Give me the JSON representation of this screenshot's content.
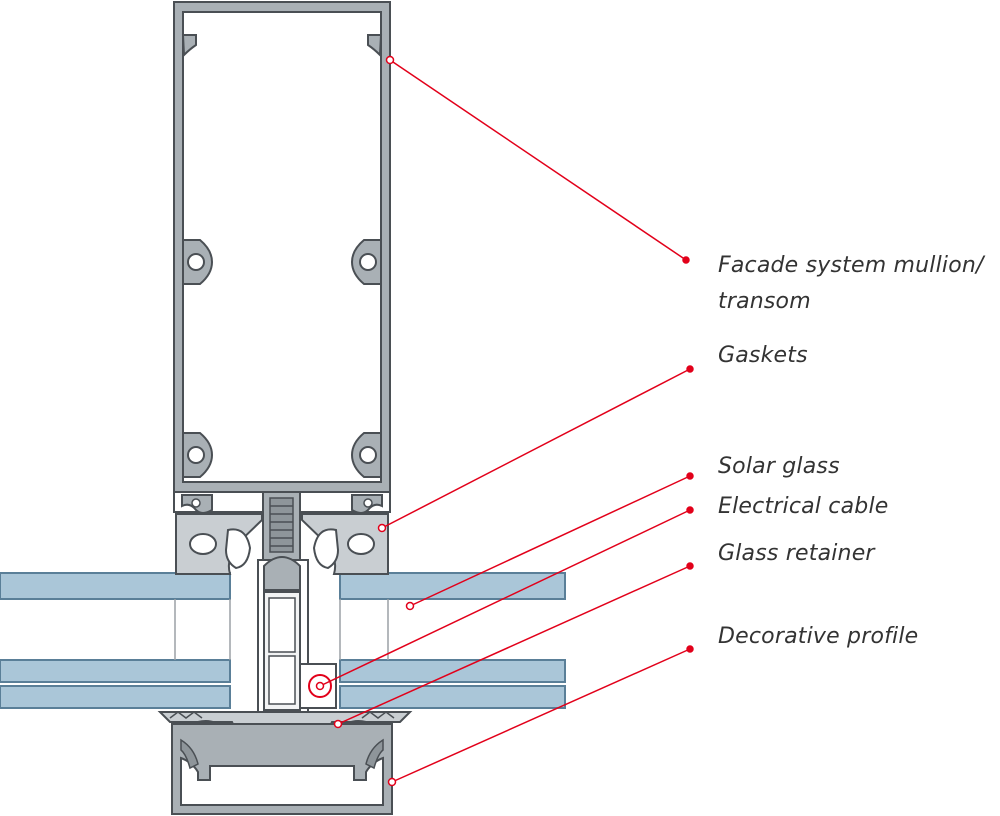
{
  "colors": {
    "profile_fill": "#a9b0b5",
    "profile_stroke": "#4a4f54",
    "glass_fill": "#aac6d8",
    "glass_stroke": "#5a7f98",
    "gasket_fill": "#c9ced2",
    "leader_red": "#e2001a",
    "text": "#333333"
  },
  "labels": [
    {
      "id": "mullion",
      "lines": [
        "Facade system mullion/",
        "transom"
      ]
    },
    {
      "id": "gaskets",
      "lines": [
        "Gaskets"
      ]
    },
    {
      "id": "solar-glass",
      "lines": [
        "Solar glass"
      ]
    },
    {
      "id": "electrical-cable",
      "lines": [
        "Electrical cable"
      ]
    },
    {
      "id": "glass-retainer",
      "lines": [
        "Glass retainer"
      ]
    },
    {
      "id": "decorative-profile",
      "lines": [
        "Decorative profile"
      ]
    }
  ]
}
